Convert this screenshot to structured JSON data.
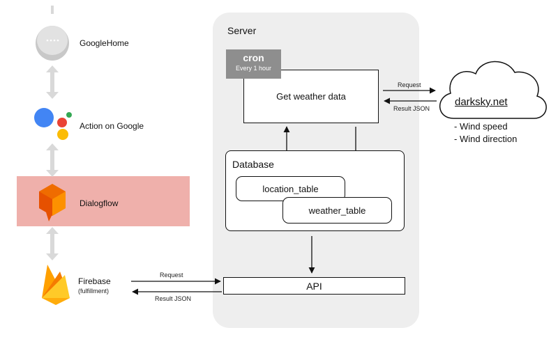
{
  "server": {
    "title": "Server",
    "cron": {
      "title": "cron",
      "subtitle": "Every 1 hour"
    },
    "weather_box": "Get weather data",
    "database": {
      "title": "Database",
      "tables": [
        "location_table",
        "weather_table"
      ]
    },
    "api": "API"
  },
  "left_column": {
    "items": [
      {
        "label": "GoogleHome",
        "icon": "google-home-icon"
      },
      {
        "label": "Action on Google",
        "icon": "google-assistant-icon"
      },
      {
        "label": "Dialogflow",
        "icon": "dialogflow-icon"
      },
      {
        "label": "Firebase",
        "sublabel": "(fulfillment)",
        "icon": "firebase-icon"
      }
    ]
  },
  "external": {
    "service": "darksky.net",
    "items": [
      "- Wind speed",
      "- Wind direction"
    ]
  },
  "arrows": {
    "request": "Request",
    "result": "Result JSON"
  },
  "colors": {
    "server_bg": "#eeeeee",
    "dialogflow_band": "#efb0ab",
    "cron_bg": "#8e8e8e",
    "connector_gray": "#d9d9d9"
  }
}
